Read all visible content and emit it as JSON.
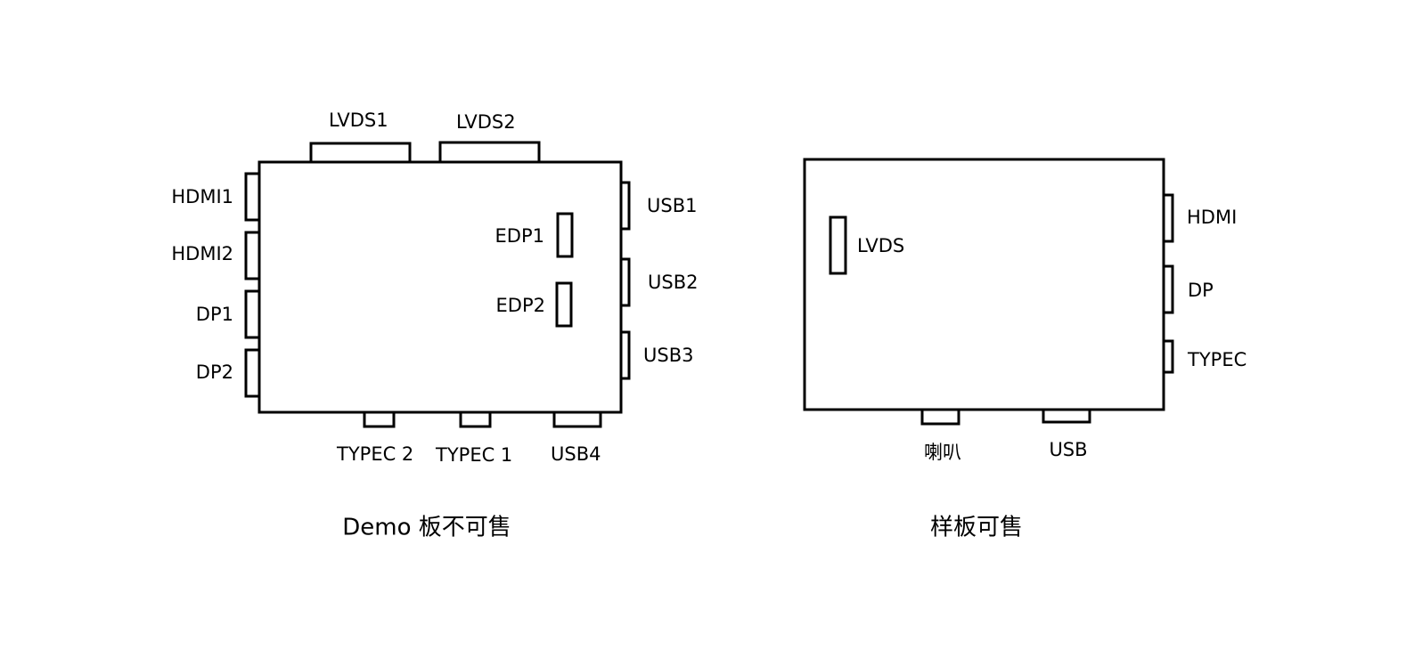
{
  "demo_board": {
    "caption": "Demo 板不可售",
    "ports": {
      "lvds1": "LVDS1",
      "lvds2": "LVDS2",
      "hdmi1": "HDMI1",
      "hdmi2": "HDMI2",
      "dp1": "DP1",
      "dp2": "DP2",
      "usb1": "USB1",
      "usb2": "USB2",
      "usb3": "USB3",
      "edp1": "EDP1",
      "edp2": "EDP2",
      "typec2": "TYPEC 2",
      "typec1": "TYPEC 1",
      "usb4": "USB4"
    }
  },
  "sample_board": {
    "caption": "样板可售",
    "ports": {
      "lvds": "LVDS",
      "hdmi": "HDMI",
      "dp": "DP",
      "typec": "TYPEC",
      "speaker": "喇叭",
      "usb": "USB"
    }
  }
}
